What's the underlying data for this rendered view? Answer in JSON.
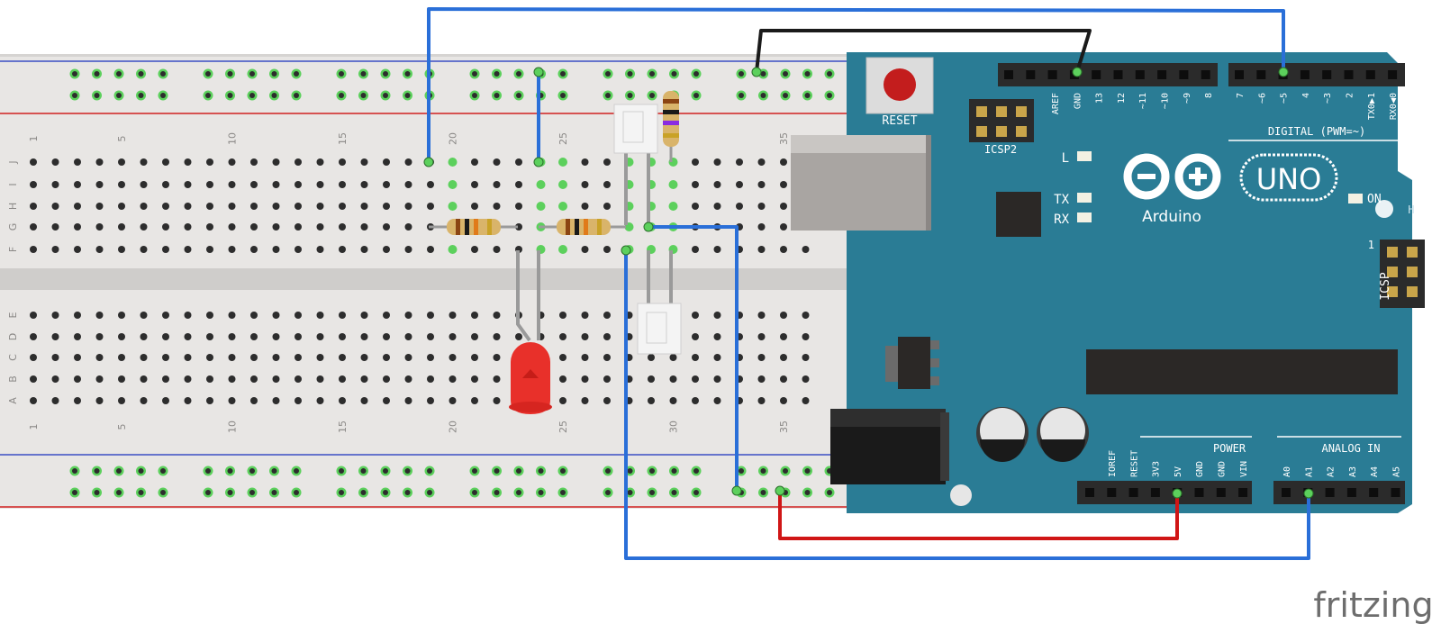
{
  "breadboard": {
    "column_numbers_top": [
      "1",
      "5",
      "10",
      "15",
      "20",
      "25",
      "30",
      "35"
    ],
    "column_numbers_bottom": [
      "1",
      "5",
      "10",
      "15",
      "20",
      "25",
      "30",
      "35"
    ],
    "row_letters_top": [
      "J",
      "I",
      "H",
      "G",
      "F"
    ],
    "row_letters_bottom": [
      "E",
      "D",
      "C",
      "B",
      "A"
    ]
  },
  "arduino": {
    "reset_label": "RESET",
    "icsp2_label": "ICSP2",
    "icsp_label": "ICSP",
    "icsp_pin1": "1",
    "digital_title": "DIGITAL (PWM=~)",
    "aref_gnd_labels": [
      "AREF",
      "GND",
      "13",
      "12",
      "~11",
      "~10",
      "~9",
      "8"
    ],
    "digital_pin_labels": [
      "7",
      "~6",
      "~5",
      "4",
      "~3",
      "2",
      "TX0▶1",
      "RX0◀0"
    ],
    "led_l": "L",
    "led_tx": "TX",
    "led_rx": "RX",
    "led_on": "ON",
    "brand": "Arduino",
    "model": "UNO",
    "power_title": "POWER",
    "power_labels": [
      "IOREF",
      "RESET",
      "3V3",
      "5V",
      "GND",
      "GND",
      "VIN"
    ],
    "analog_title": "ANALOG IN",
    "analog_labels": [
      "A0",
      "A1",
      "A2",
      "A3",
      "A4",
      "A5"
    ],
    "h_label": "H"
  },
  "watermark": "fritzing",
  "colors": {
    "board_blue": "#2a7c95",
    "breadboard": "#e8e6e4",
    "wire_blue": "#2a6fd8",
    "wire_red": "#d01616",
    "wire_black": "#1a1a1a",
    "led_red": "#e8302a",
    "hole_green": "#5cd05c"
  }
}
